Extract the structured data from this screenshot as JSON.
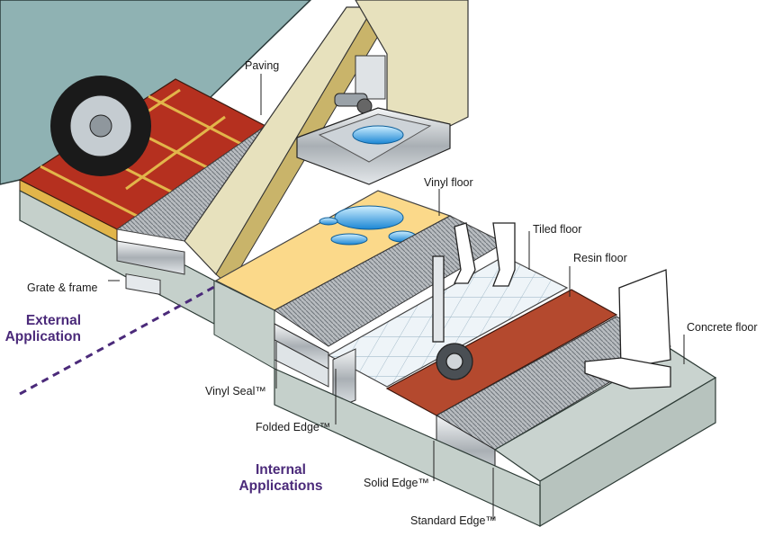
{
  "labels": {
    "paving": "Paving",
    "vinyl_floor": "Vinyl floor",
    "tiled_floor": "Tiled floor",
    "resin_floor": "Resin floor",
    "concrete_floor": "Concrete floor",
    "grate_frame": "Grate & frame",
    "vinyl_seal": "Vinyl Seal™",
    "folded_edge": "Folded Edge™",
    "solid_edge": "Solid Edge™",
    "standard_edge": "Standard Edge™"
  },
  "external": {
    "line1": "External",
    "line2": "Application"
  },
  "internal": {
    "line1": "Internal",
    "line2": "Applications"
  },
  "colors": {
    "concrete": "#c9d3cf",
    "brick": "#b5301f",
    "mortar": "#e2b54a",
    "vinyl": "#fbd98a",
    "resin": "#b4492e",
    "tile": "#eef4f8",
    "wall": "#e7e1bd",
    "vehicle": "#8fb2b3",
    "accent": "#4b2a7a"
  }
}
